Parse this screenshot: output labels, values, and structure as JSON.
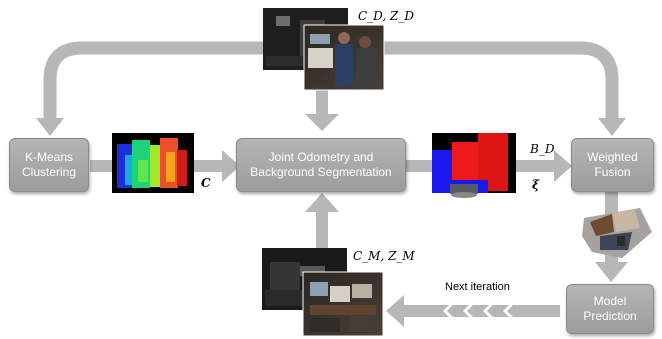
{
  "nodes": {
    "kmeans": [
      "K-Means",
      "Clustering"
    ],
    "joint": [
      "Joint Odometry and",
      "Background Segmentation"
    ],
    "fusion": [
      "Weighted",
      "Fusion"
    ],
    "model": [
      "Model",
      "Prediction"
    ]
  },
  "labels": {
    "cd_zd": "C_D, Z_D",
    "cm_zm": "C_M, Z_M",
    "c": "C",
    "bd": "B_D",
    "xi": "ξ",
    "next_iteration": "Next iteration"
  },
  "colors": {
    "node_fill": "#a8a8a8",
    "arrow": "#b7b7b7",
    "label_text": "#000000"
  }
}
